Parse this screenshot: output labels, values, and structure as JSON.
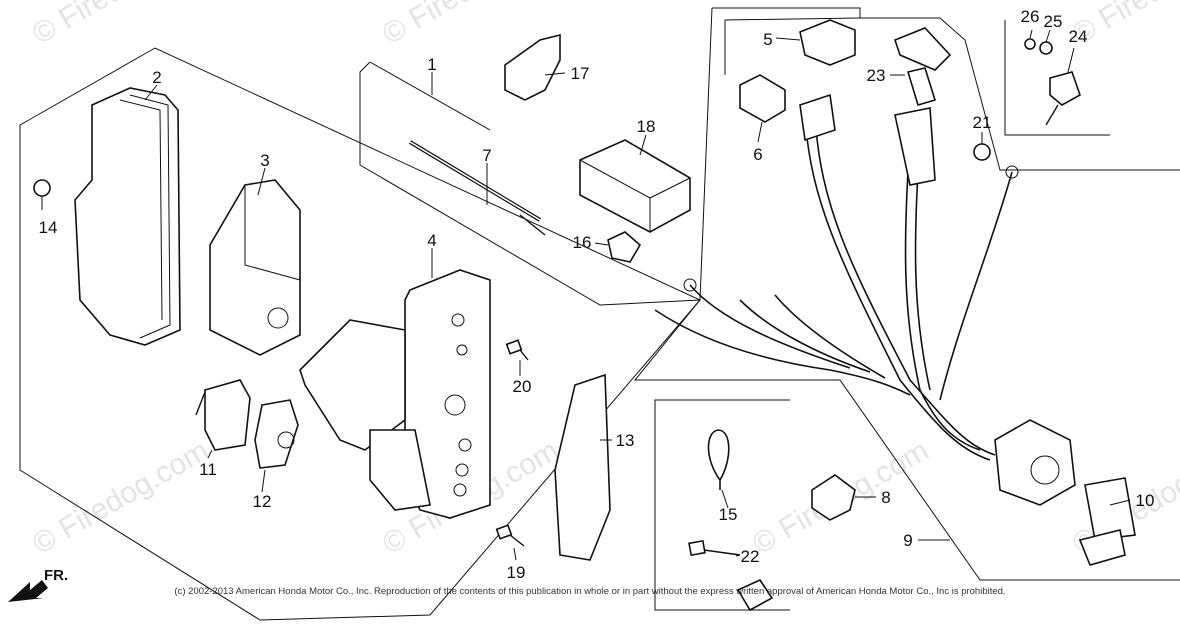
{
  "watermark": "© Firedog.com",
  "copyright": "(c) 2002-2013 American Honda Motor Co., Inc. Reproduction of the contents of this publication in whole or in part without the express written approval of American Honda Motor Co., Inc is prohibited.",
  "direction_label": "FR.",
  "callouts": {
    "p1": "1",
    "p2": "2",
    "p3": "3",
    "p4": "4",
    "p5": "5",
    "p6": "6",
    "p7": "7",
    "p8": "8",
    "p9": "9",
    "p10": "10",
    "p11": "11",
    "p12": "12",
    "p13": "13",
    "p14": "14",
    "p15": "15",
    "p16": "16",
    "p17": "17",
    "p18": "18",
    "p19": "19",
    "p20": "20",
    "p21": "21",
    "p22": "22",
    "p23": "23",
    "p24": "24",
    "p25": "25",
    "p26": "26"
  }
}
